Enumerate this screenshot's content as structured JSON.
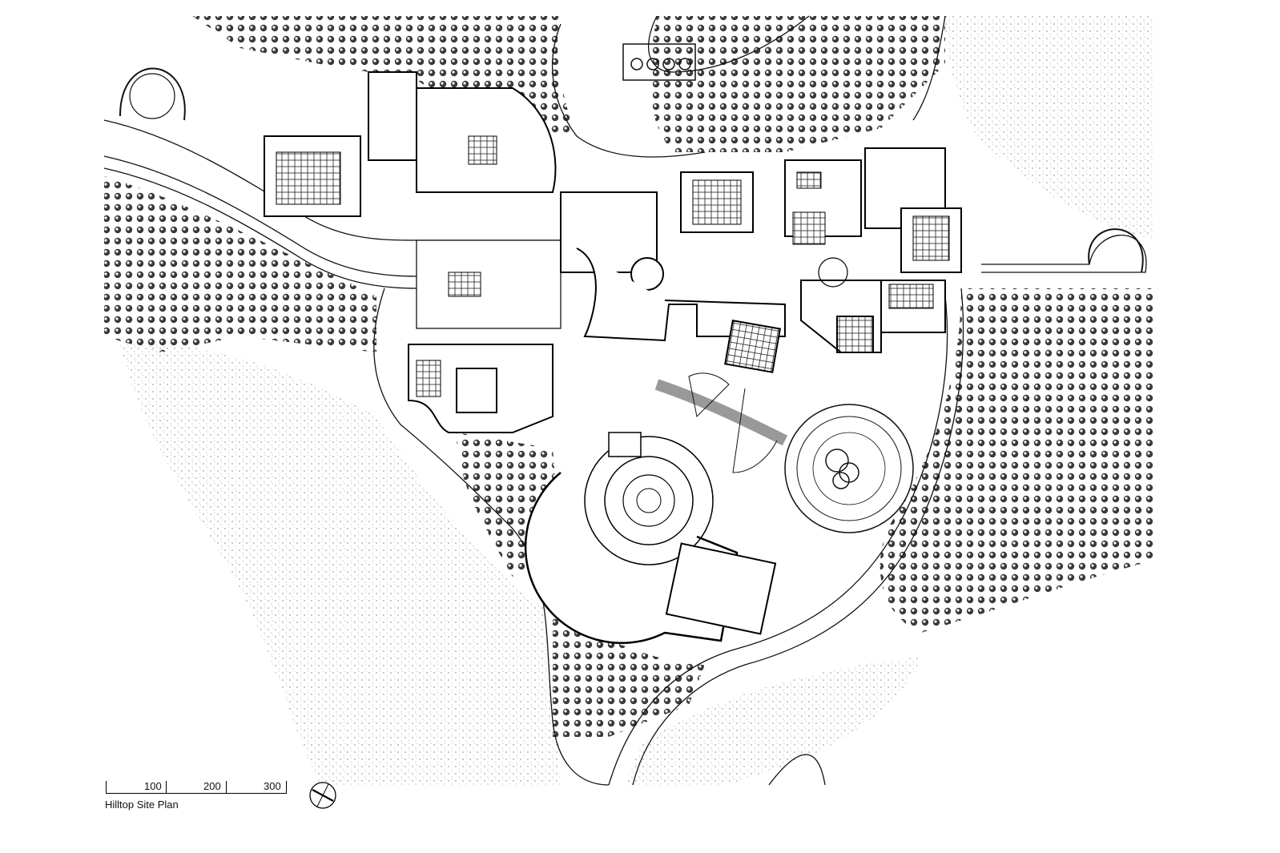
{
  "drawing": {
    "title": "Hilltop Site Plan",
    "scale_bar": {
      "labels": [
        "100",
        "200",
        "300"
      ]
    },
    "north_arrow": "north-arrow-icon",
    "colors": {
      "ink": "#111111",
      "paper": "#ffffff",
      "tree": "#3a3a3a"
    }
  }
}
